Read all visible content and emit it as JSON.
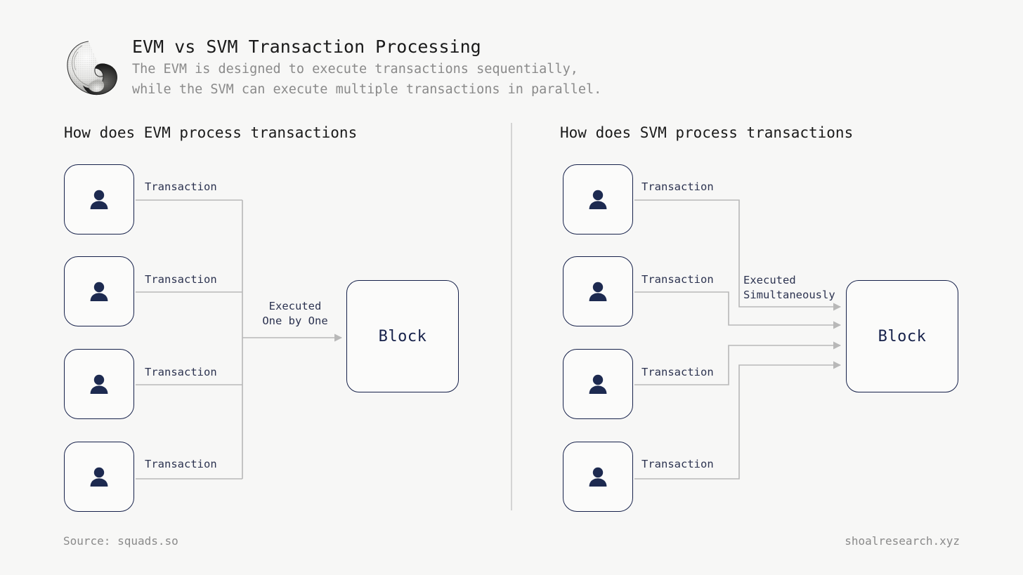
{
  "header": {
    "logo_icon": "seashell-logo",
    "title": "EVM vs SVM Transaction Processing",
    "subtitle_line1": "The EVM is designed to execute transactions sequentially,",
    "subtitle_line2": "while the SVM can execute multiple transactions in parallel."
  },
  "panels": {
    "evm": {
      "heading": "How does EVM process transactions",
      "transactions": [
        {
          "label": "Transaction",
          "icon": "person-icon"
        },
        {
          "label": "Transaction",
          "icon": "person-icon"
        },
        {
          "label": "Transaction",
          "icon": "person-icon"
        },
        {
          "label": "Transaction",
          "icon": "person-icon"
        }
      ],
      "exec_label_line1": "Executed",
      "exec_label_line2": "One by One",
      "block_label": "Block"
    },
    "svm": {
      "heading": "How does SVM process transactions",
      "transactions": [
        {
          "label": "Transaction",
          "icon": "person-icon"
        },
        {
          "label": "Transaction",
          "icon": "person-icon"
        },
        {
          "label": "Transaction",
          "icon": "person-icon"
        },
        {
          "label": "Transaction",
          "icon": "person-icon"
        }
      ],
      "exec_label_line1": "Executed",
      "exec_label_line2": "Simultaneously",
      "block_label": "Block"
    }
  },
  "footer": {
    "source": "Source: squads.so",
    "site": "shoalresearch.xyz"
  },
  "colors": {
    "background": "#f7f7f6",
    "navy": "#16214a",
    "wire": "#b8b8b8",
    "muted_text": "#8a8a8a",
    "title_text": "#1a1a1a",
    "divider": "#d4d4d4"
  }
}
